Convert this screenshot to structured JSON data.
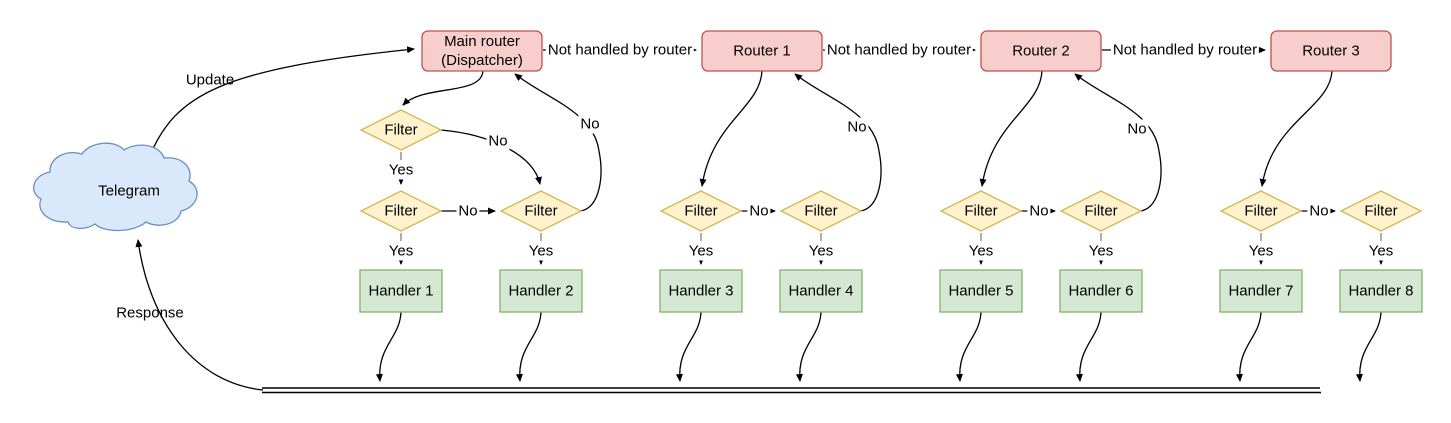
{
  "colors": {
    "background": "#ffffff",
    "router_fill": "#f8cecc",
    "router_stroke": "#b85450",
    "filter_fill": "#fff2cc",
    "filter_stroke": "#d6b656",
    "handler_fill": "#d5e8d4",
    "handler_stroke": "#82b366",
    "cloud_fill": "#dae8fc",
    "cloud_stroke": "#6c8ebf",
    "edge": "#000000",
    "stub": "#999999"
  },
  "cloud": {
    "label": "Telegram"
  },
  "routers": [
    {
      "label": "Main router\n(Dispatcher)"
    },
    {
      "label": "Router 1"
    },
    {
      "label": "Router 2"
    },
    {
      "label": "Router 3"
    }
  ],
  "filters": [
    "Filter",
    "Filter",
    "Filter",
    "Filter",
    "Filter",
    "Filter",
    "Filter",
    "Filter",
    "Filter"
  ],
  "handlers": [
    "Handler 1",
    "Handler 2",
    "Handler 3",
    "Handler 4",
    "Handler 5",
    "Handler 6",
    "Handler 7",
    "Handler 8"
  ],
  "edge_labels": {
    "update": "Update",
    "response": "Response",
    "yes": "Yes",
    "no": "No",
    "not_handled": "Not handled by router"
  }
}
